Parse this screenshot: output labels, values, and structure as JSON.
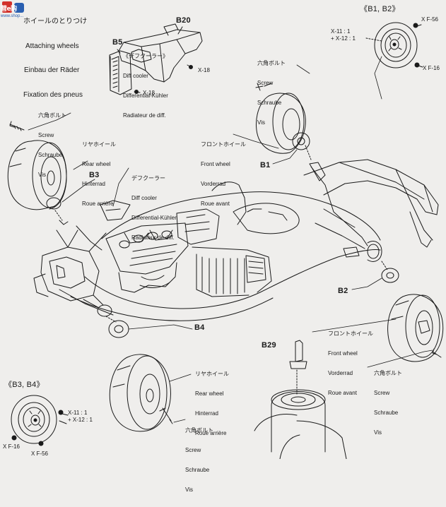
{
  "header": {
    "jp": "ホイールのとりつけ",
    "en": "Attaching wheels",
    "de": "Einbau der Räder",
    "fr": "Fixation des pneus"
  },
  "watermark": {
    "brand": "营e购",
    "site": "www.shop..."
  },
  "parts": {
    "b20": "B20",
    "b5": "B5",
    "b1_b2_top": "《B1, B2》",
    "b3": "B3",
    "b1": "B1",
    "b2": "B2",
    "b4": "B4",
    "b29": "B29",
    "b3_b4_bottom": "《B3, B4》"
  },
  "codes": {
    "x18_top": "X-18",
    "x18_left": "X-18",
    "xf56_top": "X F-56",
    "xf16_top": "X F-16",
    "ratio_top": "X-11 : 1\n+ X-12 : 1",
    "ratio_bottom": "X-11 : 1\n+ X-12 : 1",
    "xf16_bottom": "X F-16",
    "xf56_bottom": "X F-56"
  },
  "labels": {
    "diff_cooler_top": [
      "《デフクーラー》",
      "Diff cooler",
      "Differential-Kühler",
      "Radiateur de diff."
    ],
    "screw_top": [
      "六角ボルト",
      "Screw",
      "Schraube",
      "Vis"
    ],
    "screw_left": [
      "六角ボルト",
      "Screw",
      "Schraube",
      "Vis"
    ],
    "rear_wheel_top": [
      "リヤホイール",
      "Rear wheel",
      "Hinterrad",
      "Roue arrière"
    ],
    "front_wheel_top": [
      "フロントホイール",
      "Front wheel",
      "Vorderrad",
      "Roue avant"
    ],
    "diff_cooler_mid": [
      "デフクーラー",
      "Diff cooler",
      "Differential-Kühler",
      "Radiateur de diff."
    ],
    "front_wheel_right": [
      "フロントホイール",
      "Front wheel",
      "Vorderrad",
      "Roue avant"
    ],
    "screw_right": [
      "六角ボルト",
      "Screw",
      "Schraube",
      "Vis"
    ],
    "rear_wheel_bottom": [
      "リヤホイール",
      "Rear wheel",
      "Hinterrad",
      "Roue arrière"
    ],
    "screw_bottom": [
      "六角ボルト",
      "Screw",
      "Schraube",
      "Vis"
    ]
  },
  "colors": {
    "ink": "#1a1a1a",
    "paper": "#efeeec",
    "logo_red": "#d2302a",
    "logo_blue": "#2a5fb0"
  }
}
